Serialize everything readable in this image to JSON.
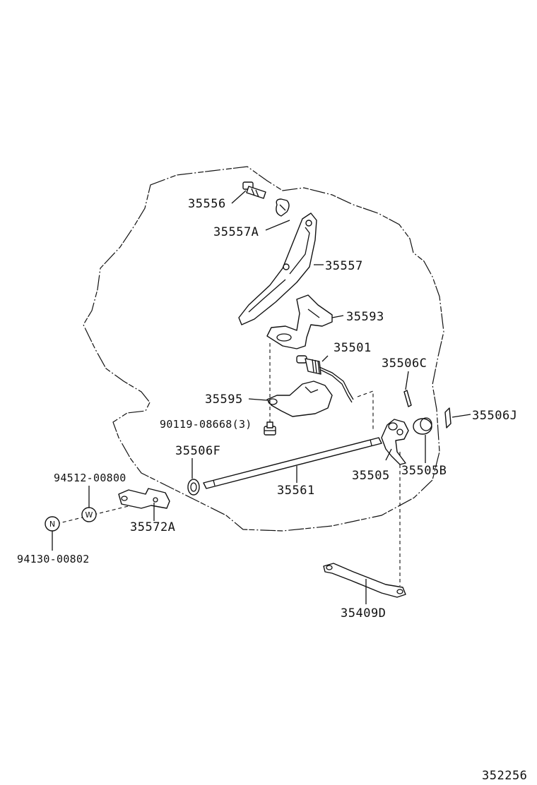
{
  "diagram": {
    "parts": [
      {
        "id": "p35556",
        "number": "35556"
      },
      {
        "id": "p35557A",
        "number": "35557A"
      },
      {
        "id": "p35557",
        "number": "35557"
      },
      {
        "id": "p35593",
        "number": "35593"
      },
      {
        "id": "p35501",
        "number": "35501"
      },
      {
        "id": "p35506C",
        "number": "35506C"
      },
      {
        "id": "p35595",
        "number": "35595"
      },
      {
        "id": "p35506J",
        "number": "35506J"
      },
      {
        "id": "p90119",
        "number": "90119-08668(3)"
      },
      {
        "id": "p35506F",
        "number": "35506F"
      },
      {
        "id": "p35505",
        "number": "35505"
      },
      {
        "id": "p35505B",
        "number": "35505B"
      },
      {
        "id": "p94512",
        "number": "94512-00800"
      },
      {
        "id": "p35561",
        "number": "35561"
      },
      {
        "id": "p35572A",
        "number": "35572A"
      },
      {
        "id": "p94130",
        "number": "94130-00802"
      },
      {
        "id": "p35409D",
        "number": "35409D"
      }
    ],
    "symbols": {
      "washer": "W",
      "nut": "N"
    },
    "figure_code": "352256"
  }
}
